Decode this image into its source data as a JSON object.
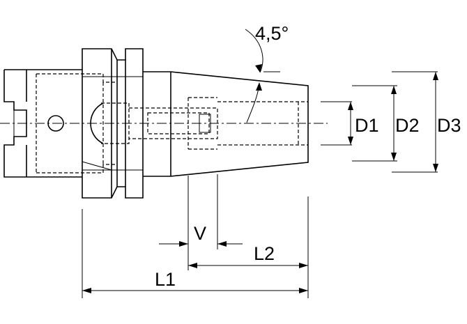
{
  "labels": {
    "angle": "4,5°",
    "d1": "D1",
    "d2": "D2",
    "d3": "D3",
    "v": "V",
    "l1": "L1",
    "l2": "L2"
  }
}
